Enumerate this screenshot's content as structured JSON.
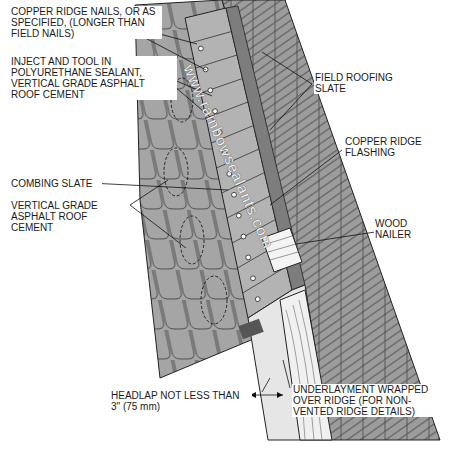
{
  "diagram": {
    "labels": [
      "COPPER RIDGE NAILS, OR AS SPECIFIED, (LONGER THAN FIELD NAILS)",
      "INJECT AND TOOL IN POLYURETHANE SEALANT, VERTICAL GRADE ASPHALT ROOF CEMENT",
      "COMBING SLATE",
      "VERTICAL GRADE ASPHALT ROOF CEMENT",
      "FIELD ROOFING SLATE",
      "COPPER RIDGE FLASHING",
      "WOOD NAILER",
      "HEADLAP NOT LESS THAN 3\" (75 mm)",
      "UNDERLAYMENT WRAPPED OVER RIDGE (FOR NON-VENTED RIDGE DETAILS)",
      "www.rainbowsealants.com"
    ]
  }
}
